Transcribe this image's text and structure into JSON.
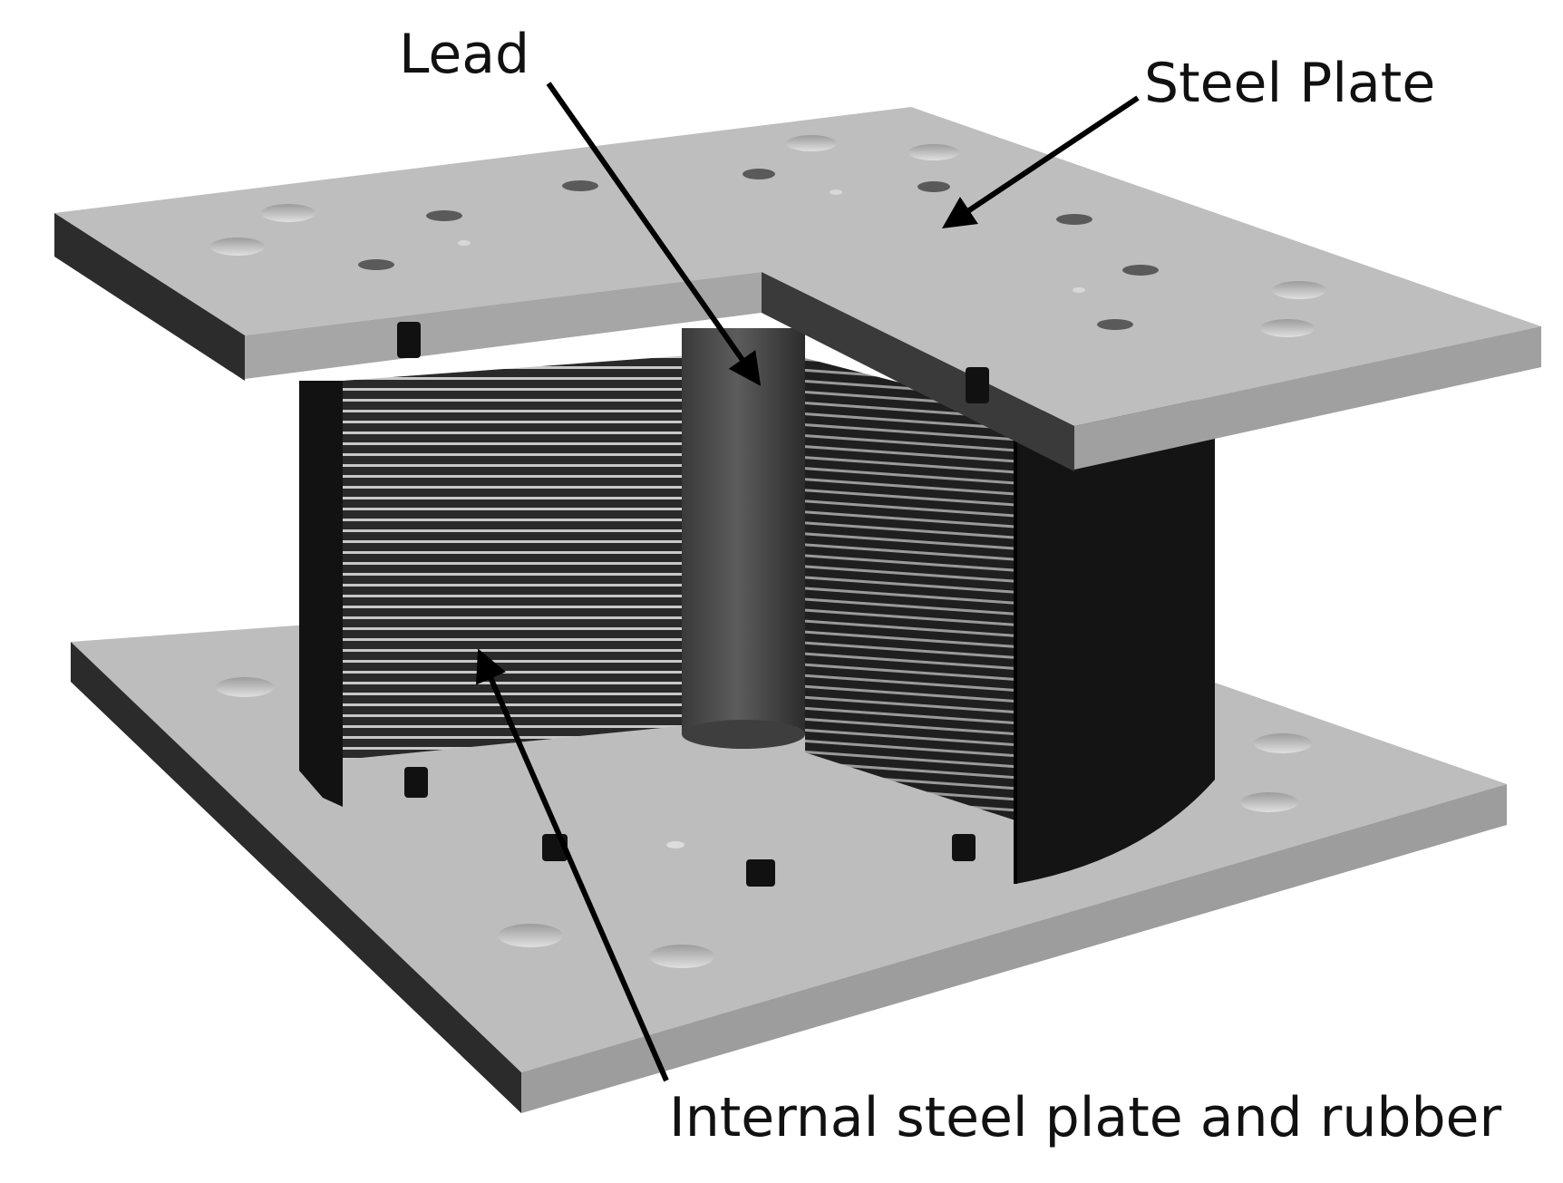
{
  "labels": {
    "lead": "Lead",
    "steel_plate": "Steel Plate",
    "internal": "Internal steel plate and rubber"
  },
  "colors": {
    "plate_top": "#b9b9b9",
    "plate_side": "#2a2a2a",
    "rubber_dark": "#1b1b1b",
    "lead_core": "#4a4a4a",
    "hole": "#8c8c8c",
    "arrow": "#000000"
  }
}
